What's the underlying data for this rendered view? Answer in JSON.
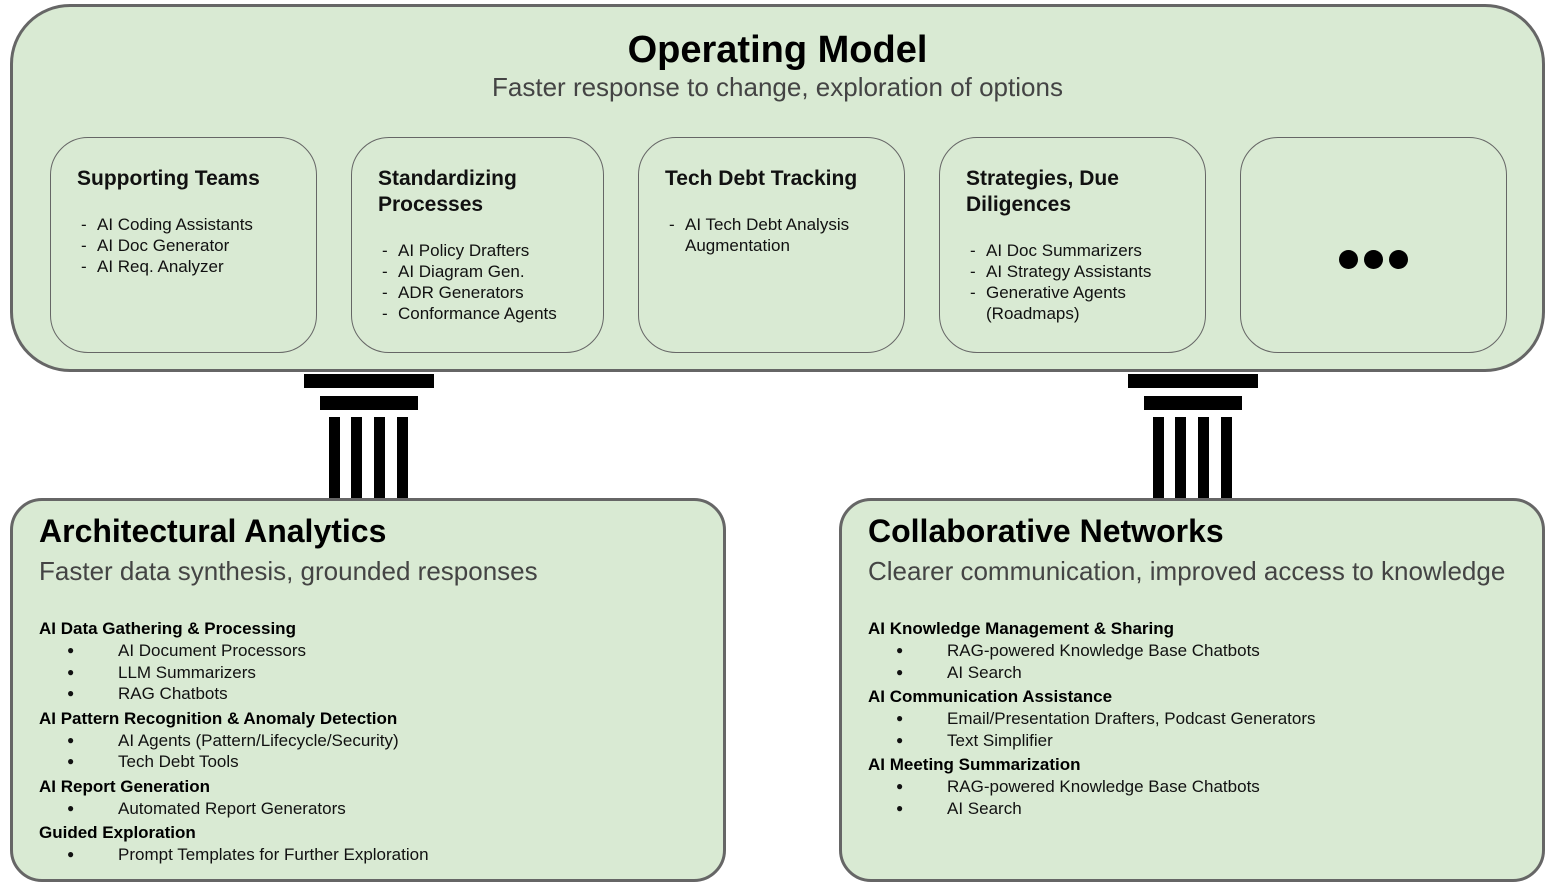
{
  "operating_model": {
    "title": "Operating Model",
    "subtitle": "Faster response to change, exploration of options",
    "cards": [
      {
        "title": "Supporting Teams",
        "items": [
          "AI Coding Assistants",
          "AI Doc Generator",
          "AI Req. Analyzer"
        ]
      },
      {
        "title": "Standardizing Processes",
        "items": [
          "AI Policy Drafters",
          "AI Diagram Gen.",
          "ADR Generators",
          "Conformance Agents"
        ]
      },
      {
        "title": "Tech Debt Tracking",
        "items": [
          "AI Tech Debt Analysis Augmentation"
        ]
      },
      {
        "title": "Strategies, Due Diligences",
        "items": [
          "AI Doc Summarizers",
          "AI Strategy Assistants",
          "Generative Agents (Roadmaps)"
        ]
      }
    ],
    "more_icon": "ellipsis-icon"
  },
  "architectural_analytics": {
    "title": "Architectural Analytics",
    "subtitle": "Faster data synthesis, grounded responses",
    "sections": [
      {
        "heading": "AI Data Gathering & Processing",
        "items": [
          "AI Document Processors",
          "LLM Summarizers",
          "RAG Chatbots"
        ]
      },
      {
        "heading": "AI Pattern Recognition & Anomaly Detection",
        "items": [
          "AI Agents (Pattern/Lifecycle/Security)",
          "Tech Debt Tools"
        ]
      },
      {
        "heading": "AI Report Generation",
        "items": [
          "Automated Report Generators"
        ]
      },
      {
        "heading": "Guided Exploration",
        "items": [
          "Prompt Templates for Further Exploration"
        ]
      }
    ]
  },
  "collaborative_networks": {
    "title": "Collaborative Networks",
    "subtitle": "Clearer communication, improved access to knowledge",
    "sections": [
      {
        "heading": "AI Knowledge Management & Sharing",
        "items": [
          "RAG-powered Knowledge Base Chatbots",
          "AI Search"
        ]
      },
      {
        "heading": "AI Communication Assistance",
        "items": [
          "Email/Presentation Drafters, Podcast Generators",
          "Text Simplifier"
        ]
      },
      {
        "heading": "AI Meeting Summarization",
        "items": [
          "RAG-powered Knowledge Base Chatbots",
          "AI Search"
        ]
      }
    ]
  },
  "colors": {
    "panel_fill": "#d9ead3",
    "panel_border": "#666666",
    "pillar": "#000000"
  }
}
